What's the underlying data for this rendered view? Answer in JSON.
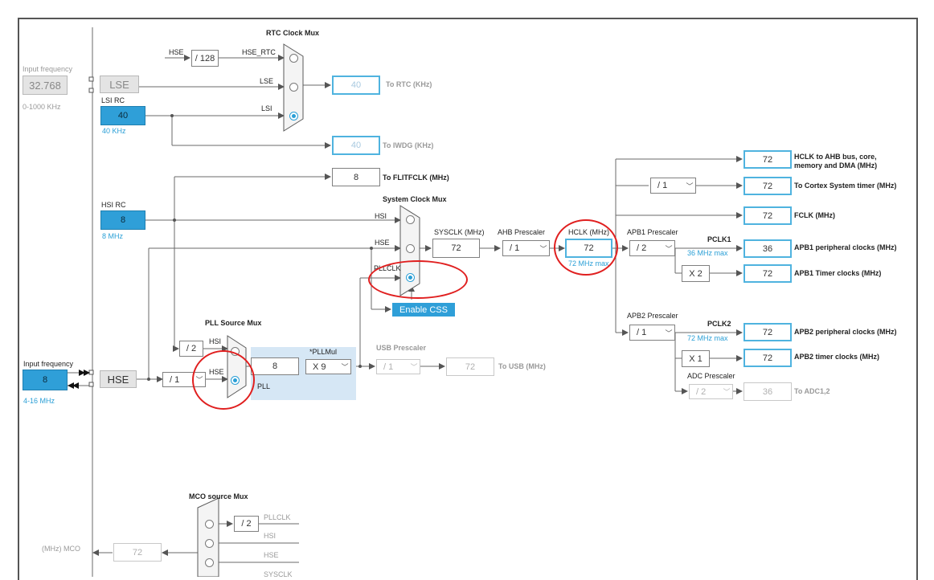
{
  "titles": {
    "rtc_mux": "RTC Clock Mux",
    "system_mux": "System Clock Mux",
    "pll_source_mux": "PLL Source Mux",
    "mco_mux": "MCO source Mux"
  },
  "inputs": {
    "lse_freq_label": "Input frequency",
    "lse_freq": "32.768",
    "lse_range": "0-1000 KHz",
    "lse": "LSE",
    "lsi_label": "LSI RC",
    "lsi_value": "40",
    "lsi_unit": "40 KHz",
    "hsi_label": "HSI RC",
    "hsi_value": "8",
    "hsi_unit": "8 MHz",
    "hse_freq_label": "Input frequency",
    "hse_freq": "8",
    "hse_range": "4-16 MHz",
    "hse": "HSE"
  },
  "rtc": {
    "hse_label": "HSE",
    "div128": "/ 128",
    "hse_rtc": "HSE_RTC",
    "lse_wire": "LSE",
    "lsi_wire": "LSI",
    "to_rtc_value": "40",
    "to_rtc_label": "To RTC (KHz)",
    "to_iwdg_value": "40",
    "to_iwdg_label": "To IWDG (KHz)"
  },
  "flitf": {
    "value": "8",
    "label": "To FLITFCLK (MHz)"
  },
  "sysmux": {
    "hsi": "HSI",
    "hse": "HSE",
    "pllclk": "PLLCLK",
    "enable_css": "Enable CSS"
  },
  "sysclk": {
    "label": "SYSCLK (MHz)",
    "value": "72"
  },
  "ahb": {
    "label": "AHB Prescaler",
    "value": "/ 1"
  },
  "hclk": {
    "label": "HCLK (MHz)",
    "value": "72",
    "max": "72 MHz max"
  },
  "outputs": {
    "hclk_ahb_value": "72",
    "hclk_ahb_label": "HCLK to AHB bus, core, memory and DMA (MHz)",
    "cortex_div": "/ 1",
    "cortex_value": "72",
    "cortex_label": "To Cortex System timer (MHz)",
    "fclk_value": "72",
    "fclk_label": "FCLK (MHz)"
  },
  "apb1": {
    "prescaler_label": "APB1 Prescaler",
    "prescaler_value": "/ 2",
    "pclk_label": "PCLK1",
    "max": "36 MHz max",
    "periph_value": "36",
    "periph_label": "APB1 peripheral clocks (MHz)",
    "timer_mult": "X 2",
    "timer_value": "72",
    "timer_label": "APB1 Timer clocks (MHz)"
  },
  "apb2": {
    "prescaler_label": "APB2 Prescaler",
    "prescaler_value": "/ 1",
    "pclk_label": "PCLK2",
    "max": "72 MHz max",
    "periph_value": "72",
    "periph_label": "APB2 peripheral clocks (MHz)",
    "timer_mult": "X 1",
    "timer_value": "72",
    "timer_label": "APB2 timer clocks (MHz)",
    "adc_label": "ADC Prescaler",
    "adc_value": "/ 2",
    "adc_out": "36",
    "adc_out_label": "To ADC1,2"
  },
  "pll": {
    "hsi_div": "/ 2",
    "hse_div": "/ 1",
    "hsi": "HSI",
    "hse": "HSE",
    "pll_label": "PLL",
    "input_value": "8",
    "mul_label": "*PLLMul",
    "mul_value": "X 9"
  },
  "usb": {
    "label": "USB Prescaler",
    "value": "/ 1",
    "out": "72",
    "out_label": "To USB (MHz)"
  },
  "mco": {
    "out_label": "(MHz) MCO",
    "out_value": "72",
    "pll_div": "/ 2",
    "pllclk": "PLLCLK",
    "hsi": "HSI",
    "hse": "HSE",
    "sysclk": "SYSCLK"
  }
}
